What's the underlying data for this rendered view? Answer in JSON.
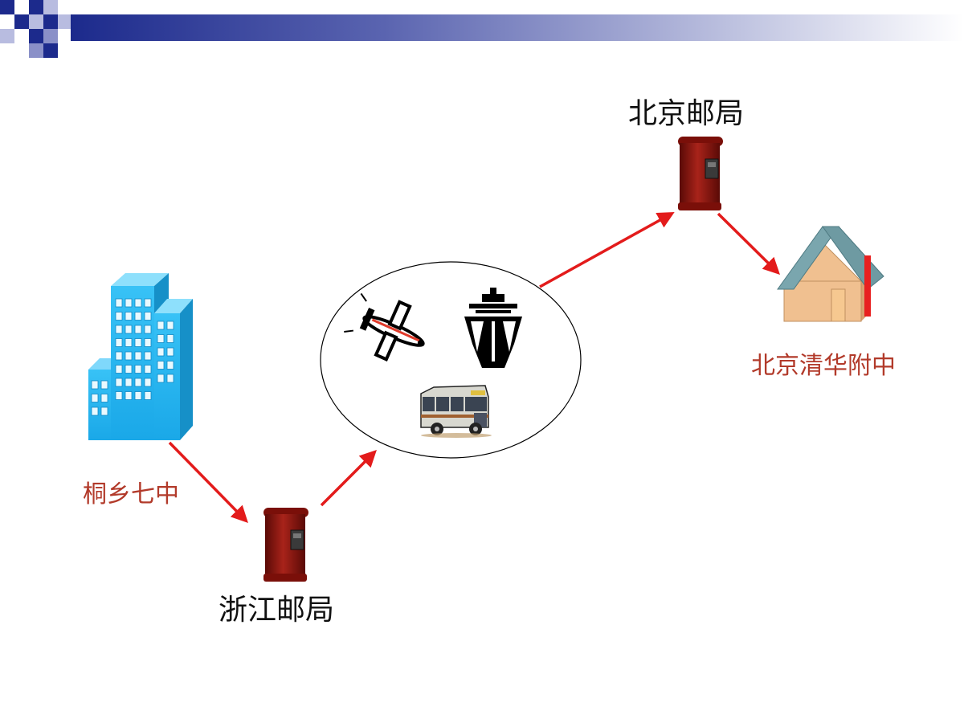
{
  "colors": {
    "accent_red": "#b23a2a",
    "arrow_red": "#e31b1b",
    "header_navy": "#1c2a8c",
    "building_blue": "#29b5f0",
    "mailbox_red": "#9e1a12",
    "house_wall": "#f0c090",
    "house_roof": "#6e9aa2"
  },
  "nodes": {
    "school_origin": {
      "label": "桐乡七中",
      "icon": "office-building-icon"
    },
    "post_origin": {
      "label": "浙江邮局",
      "icon": "mailbox-icon"
    },
    "transport": {
      "icons": [
        "airplane-icon",
        "ship-icon",
        "bus-icon"
      ]
    },
    "post_destination": {
      "label": "北京邮局",
      "icon": "mailbox-icon"
    },
    "school_destination": {
      "label": "北京清华附中",
      "icon": "house-icon"
    }
  }
}
